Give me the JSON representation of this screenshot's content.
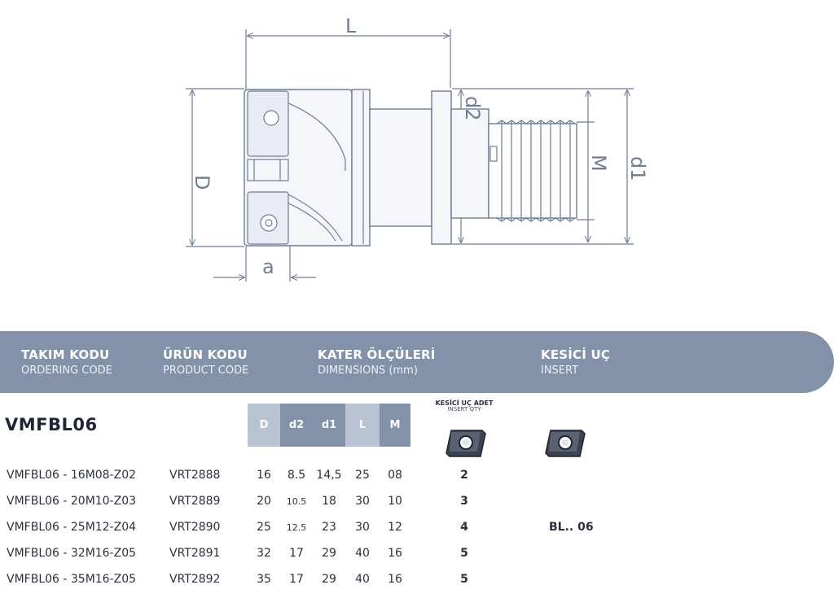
{
  "drawing": {
    "labels": {
      "L": "L",
      "D": "D",
      "a": "a",
      "d2": "d2",
      "M": "M",
      "d1": "d1"
    }
  },
  "header": {
    "ordering": {
      "tr": "TAKIM KODU",
      "en": "ORDERING CODE"
    },
    "product": {
      "tr": "ÜRÜN KODU",
      "en": "PRODUCT CODE"
    },
    "dimensions": {
      "tr": "KATER ÖLÇÜLERİ",
      "en": "DIMENSIONS (mm)"
    },
    "insert": {
      "tr": "KESİCİ UÇ",
      "en": "INSERT"
    }
  },
  "product_name": "VMFBL06",
  "dim_columns": [
    "D",
    "d2",
    "d1",
    "L",
    "M"
  ],
  "insert_qty_label": {
    "tr": "KESİCİ UÇ ADET",
    "en": "INSERT QTY"
  },
  "insert_code": "BL.. 06",
  "rows": [
    {
      "order": "VMFBL06 - 16M08-Z02",
      "code": "VRT2888",
      "D": "16",
      "d2": "8.5",
      "d1": "14,5",
      "L": "25",
      "M": "08",
      "qty": "2"
    },
    {
      "order": "VMFBL06 - 20M10-Z03",
      "code": "VRT2889",
      "D": "20",
      "d2": "10.5",
      "d1": "18",
      "L": "30",
      "M": "10",
      "qty": "3"
    },
    {
      "order": "VMFBL06 - 25M12-Z04",
      "code": "VRT2890",
      "D": "25",
      "d2": "12.5",
      "d1": "23",
      "L": "30",
      "M": "12",
      "qty": "4"
    },
    {
      "order": "VMFBL06 - 32M16-Z05",
      "code": "VRT2891",
      "D": "32",
      "d2": "17",
      "d1": "29",
      "L": "40",
      "M": "16",
      "qty": "5"
    },
    {
      "order": "VMFBL06 - 35M16-Z05",
      "code": "VRT2892",
      "D": "35",
      "d2": "17",
      "d1": "29",
      "L": "40",
      "M": "16",
      "qty": "5"
    }
  ],
  "colors": {
    "band": "#8391a9",
    "band_light": "#b9c2d3",
    "line": "#6e7c96"
  }
}
